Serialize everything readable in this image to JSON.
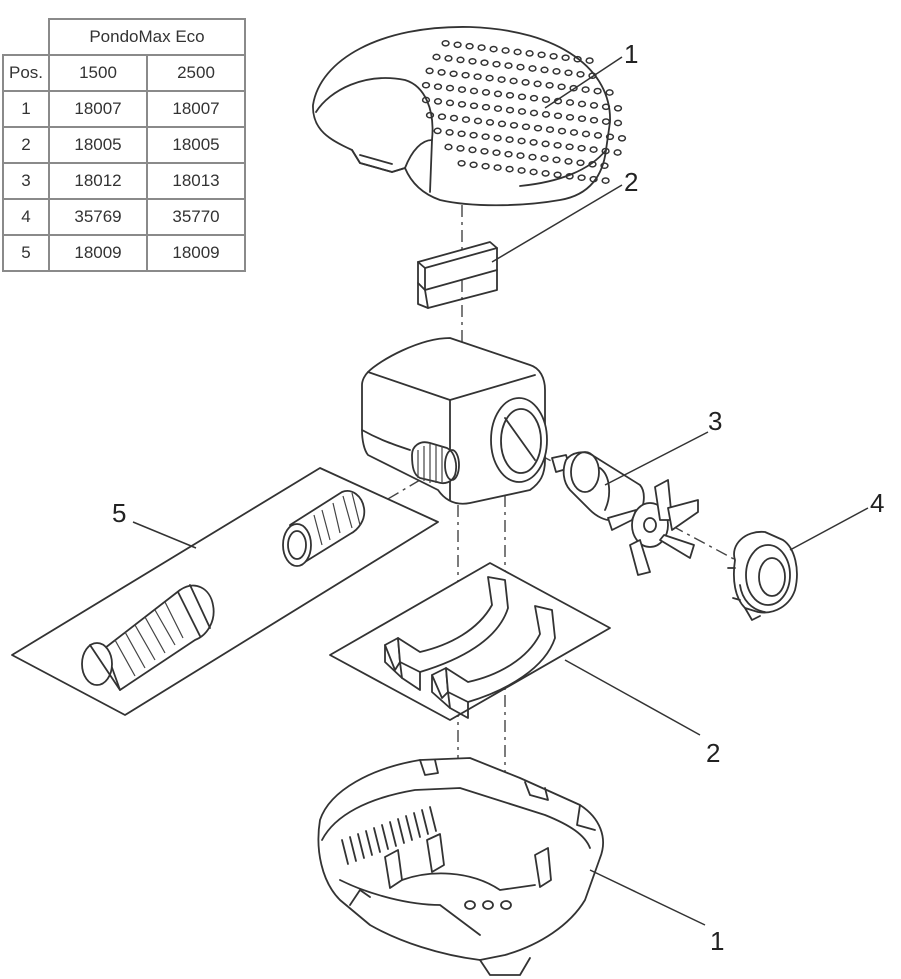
{
  "table": {
    "header_model": "PondoMax Eco",
    "header_pos": "Pos.",
    "models": [
      "1500",
      "2500"
    ],
    "rows": [
      {
        "pos": "1",
        "values": [
          "18007",
          "18007"
        ]
      },
      {
        "pos": "2",
        "values": [
          "18005",
          "18005"
        ]
      },
      {
        "pos": "3",
        "values": [
          "18012",
          "18013"
        ]
      },
      {
        "pos": "4",
        "values": [
          "35769",
          "35770"
        ]
      },
      {
        "pos": "5",
        "values": [
          "18009",
          "18009"
        ]
      }
    ]
  },
  "callouts": {
    "top_cover": "1",
    "top_rubber": "2",
    "rotor": "3",
    "bearing_cap": "4",
    "connectors": "5",
    "bottom_rubbers": "2",
    "bottom_cover": "1"
  }
}
